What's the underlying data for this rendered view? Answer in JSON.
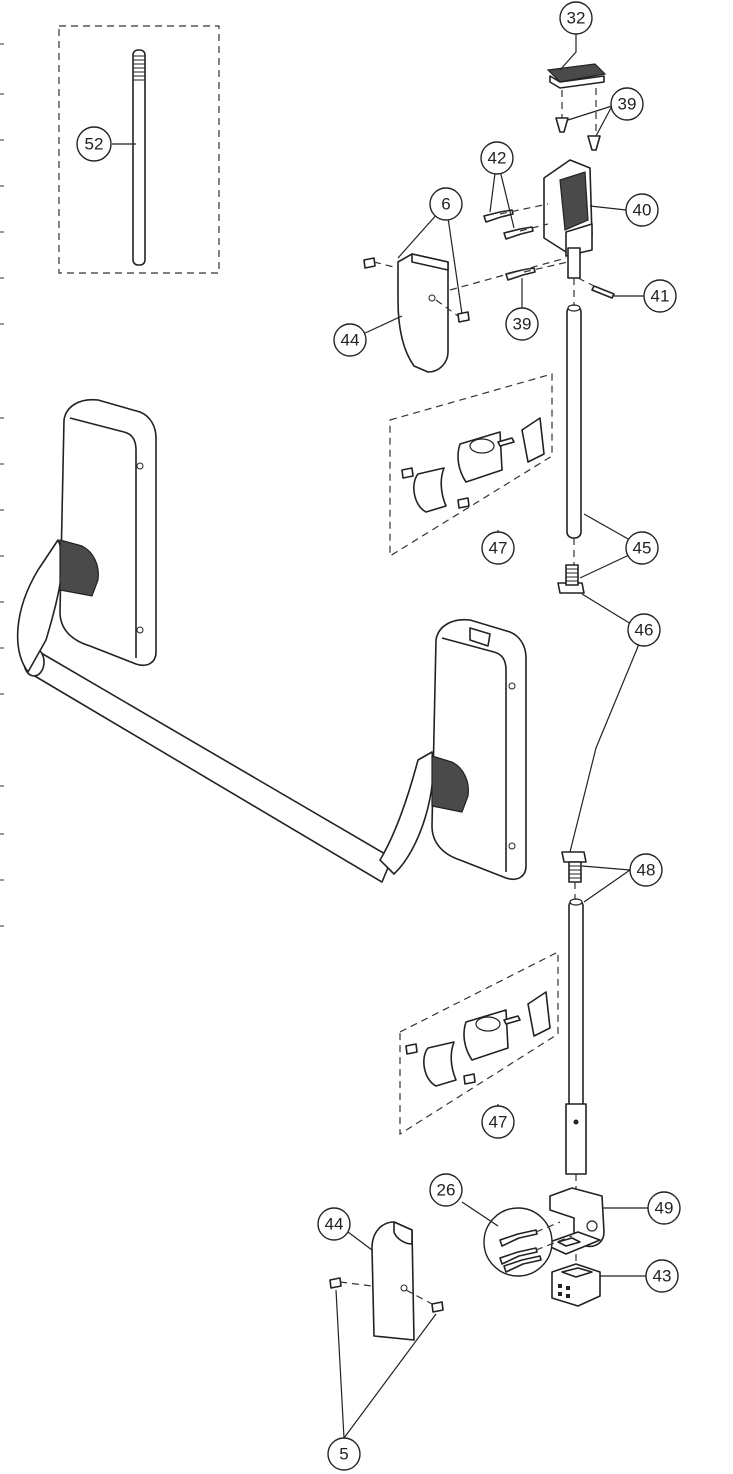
{
  "callouts": [
    {
      "id": "c32",
      "label": "32"
    },
    {
      "id": "c39a",
      "label": "39"
    },
    {
      "id": "c42",
      "label": "42"
    },
    {
      "id": "c40",
      "label": "40"
    },
    {
      "id": "c6",
      "label": "6"
    },
    {
      "id": "c52",
      "label": "52"
    },
    {
      "id": "c39b",
      "label": "39"
    },
    {
      "id": "c41",
      "label": "41"
    },
    {
      "id": "c44a",
      "label": "44"
    },
    {
      "id": "c47a",
      "label": "47"
    },
    {
      "id": "c45",
      "label": "45"
    },
    {
      "id": "c46",
      "label": "46"
    },
    {
      "id": "c48",
      "label": "48"
    },
    {
      "id": "c47b",
      "label": "47"
    },
    {
      "id": "c26",
      "label": "26"
    },
    {
      "id": "c49",
      "label": "49"
    },
    {
      "id": "c44b",
      "label": "44"
    },
    {
      "id": "c43",
      "label": "43"
    },
    {
      "id": "c5",
      "label": "5"
    }
  ]
}
